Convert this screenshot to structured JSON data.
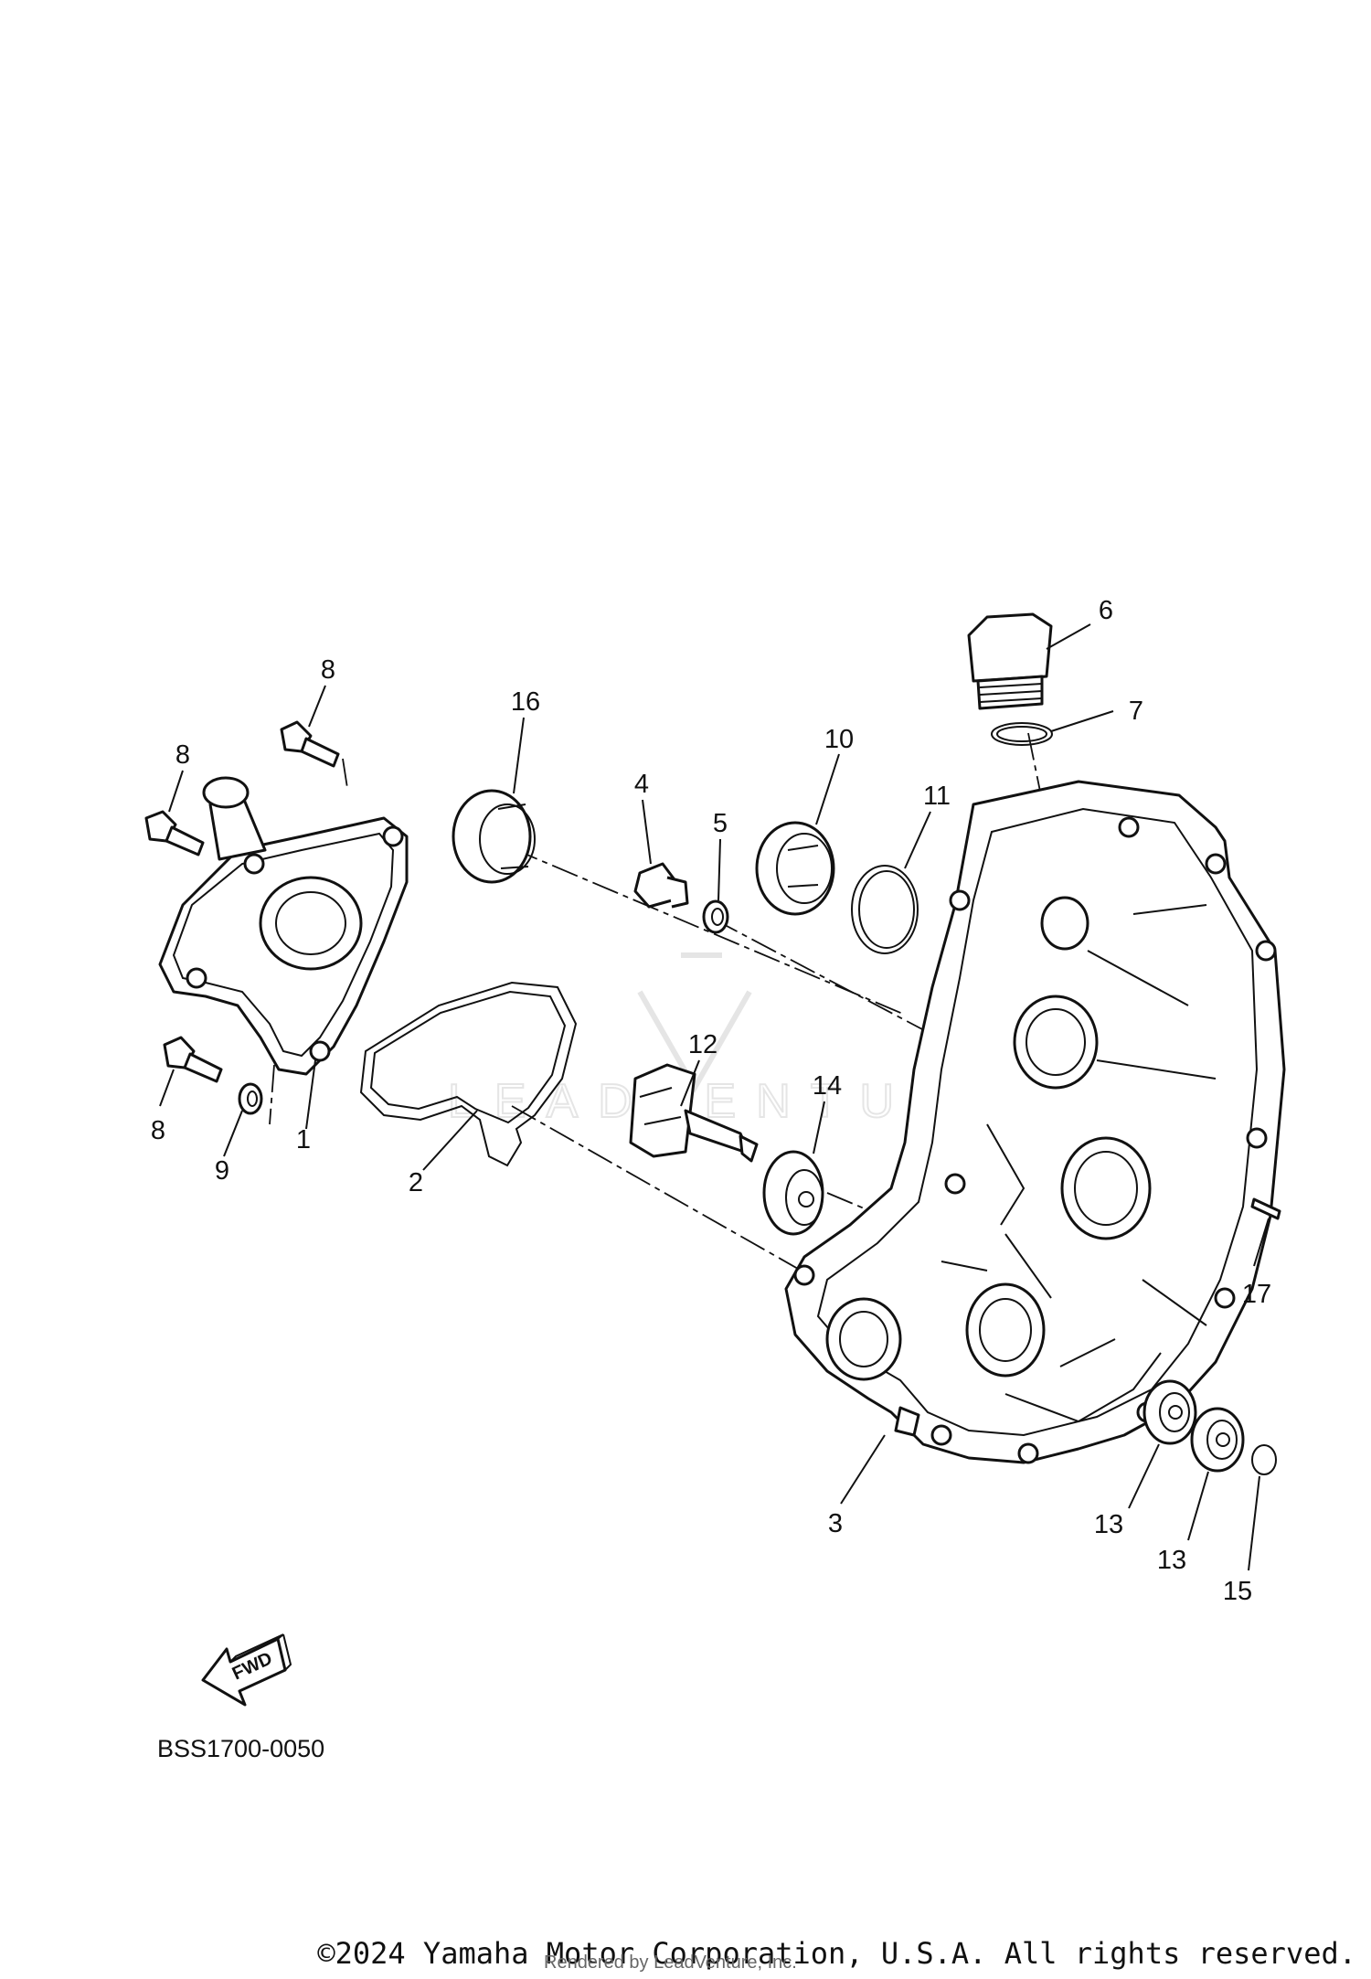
{
  "diagram": {
    "code": "BSS1700-0050",
    "fwd_label": "FWD",
    "watermark": "LEADVENTURE",
    "callouts": [
      "8",
      "8",
      "8",
      "16",
      "1",
      "9",
      "2",
      "4",
      "5",
      "10",
      "11",
      "6",
      "7",
      "12",
      "14",
      "3",
      "17",
      "13",
      "13",
      "15"
    ]
  },
  "footer": {
    "copyright": "©2024 Yamaha Motor Corporation, U.S.A. All rights reserved.",
    "rendered_by": "Rendered by LeadVenture, Inc."
  }
}
